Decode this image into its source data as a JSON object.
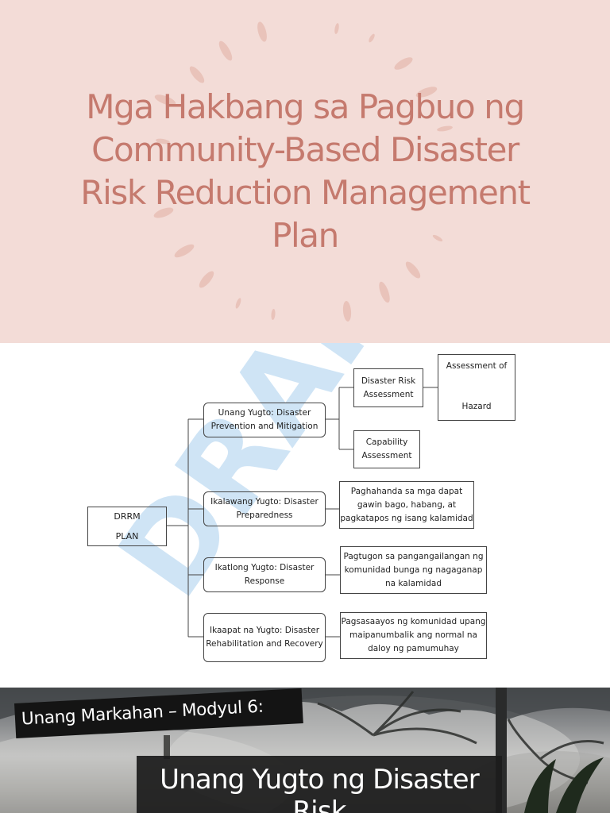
{
  "title_slide": {
    "background": "#f3dcd7",
    "text_color": "#c57a6e",
    "title_lines": [
      "Mga Hakbang sa Pagbuo ng",
      "Community-Based Disaster",
      "Risk Reduction  Management",
      "Plan"
    ]
  },
  "diagram": {
    "watermark": "DRAFT",
    "watermark_color": "#a9cfee",
    "root": {
      "line1": "DRRM",
      "line2": "PLAN"
    },
    "phases": [
      {
        "id": "phase1",
        "label": "Unang Yugto: Disaster Prevention and Mitigation"
      },
      {
        "id": "phase2",
        "label": "Ikalawang Yugto: Disaster Preparedness"
      },
      {
        "id": "phase3",
        "label": "Ikatlong Yugto: Disaster Response"
      },
      {
        "id": "phase4",
        "label": "Ikaapat na Yugto: Disaster Rehabilitation and Recovery"
      }
    ],
    "phase1_children": [
      {
        "label": "Disaster Risk Assessment"
      },
      {
        "label": "Capability Assessment"
      }
    ],
    "hazard_box": {
      "line1": "Assessment of",
      "line2": "Hazard"
    },
    "descriptions": [
      "Paghahanda sa mga dapat gawin bago, habang, at pagkatapos ng isang kalamidad",
      "Pagtugon sa pangangailangan ng komunidad bunga ng nagaganap na kalamidad",
      "Pagsasaayos ng komunidad upang maipanumbalik ang normal na daloy ng pamumuhay"
    ]
  },
  "photo_slide": {
    "module_label": "Unang Markahan – Modyul 6:",
    "heading_line1": "Unang Yugto ng Disaster",
    "heading_line2": "Risk"
  }
}
